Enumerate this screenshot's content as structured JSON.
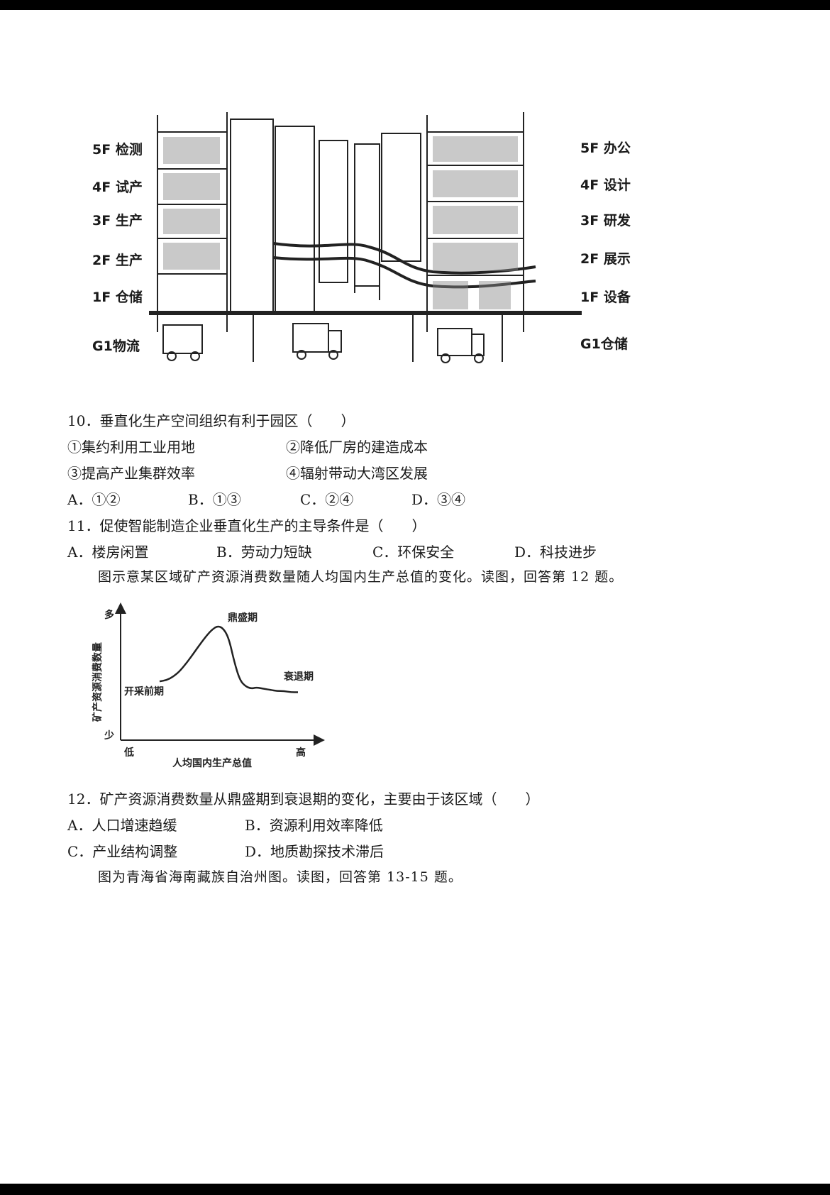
{
  "figure1": {
    "left_floors": [
      "5F 检测",
      "4F 试产",
      "3F 生产",
      "2F 生产",
      "1F 仓储",
      "G1物流"
    ],
    "right_floors": [
      "5F 办公",
      "4F 设计",
      "3F 研发",
      "2F 展示",
      "1F 设备",
      "G1仓储"
    ]
  },
  "q10": {
    "stem": "10．垂直化生产空间组织有利于园区（　　）",
    "items": [
      "①集约利用工业用地",
      "②降低厂房的建造成本",
      "③提高产业集群效率",
      "④辐射带动大湾区发展"
    ],
    "options": [
      "A．①②",
      "B．①③",
      "C．②④",
      "D．③④"
    ]
  },
  "q11": {
    "stem": "11．促使智能制造企业垂直化生产的主导条件是（　　）",
    "options": [
      "A．楼房闲置",
      "B．劳动力短缺",
      "C．环保安全",
      "D．科技进步"
    ]
  },
  "intro12": "图示意某区域矿产资源消费数量随人均国内生产总值的变化。读图，回答第 12 题。",
  "chart_data": {
    "type": "line",
    "title": "",
    "xlabel": "人均国内生产总值",
    "ylabel": "矿产资源消费数量",
    "x_ticks": [
      "低",
      "高"
    ],
    "y_ticks": [
      "多",
      "少"
    ],
    "annotations": [
      "开采前期",
      "鼎盛期",
      "衰退期"
    ],
    "series": [
      {
        "x": [
          0.0,
          0.05,
          0.1,
          0.15,
          0.2,
          0.25,
          0.3,
          0.34,
          0.38,
          0.42,
          0.46,
          0.5,
          0.54,
          0.58,
          0.62,
          0.66,
          0.7,
          0.75,
          0.8,
          0.85,
          0.9,
          0.95,
          1.0
        ],
        "y": [
          0.44,
          0.45,
          0.48,
          0.53,
          0.6,
          0.68,
          0.76,
          0.82,
          0.87,
          0.9,
          0.88,
          0.8,
          0.6,
          0.45,
          0.4,
          0.38,
          0.39,
          0.38,
          0.37,
          0.36,
          0.36,
          0.35,
          0.35
        ]
      }
    ]
  },
  "q12": {
    "stem": "12．矿产资源消费数量从鼎盛期到衰退期的变化，主要由于该区域（　　）",
    "options": [
      "A．人口增速趋缓",
      "B．资源利用效率降低",
      "C．产业结构调整",
      "D．地质勘探技术滞后"
    ]
  },
  "intro13": "图为青海省海南藏族自治州图。读图，回答第 13-15 题。"
}
